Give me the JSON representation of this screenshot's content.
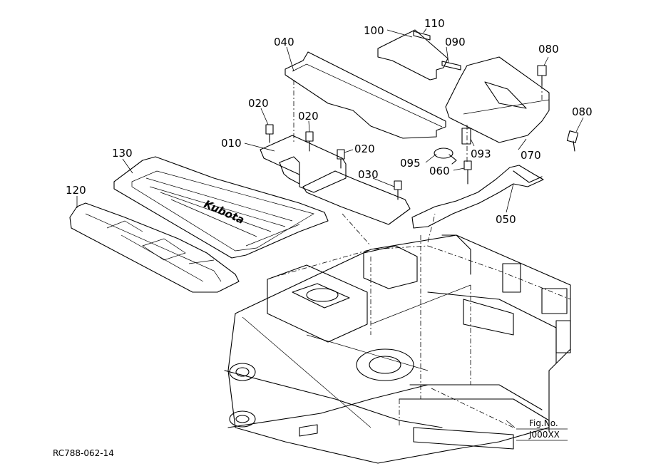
{
  "callouts": [
    {
      "id": "c100",
      "text": "100"
    },
    {
      "id": "c110",
      "text": "110"
    },
    {
      "id": "c040",
      "text": "040"
    },
    {
      "id": "c090",
      "text": "090"
    },
    {
      "id": "c080a",
      "text": "080"
    },
    {
      "id": "c080b",
      "text": "080"
    },
    {
      "id": "c020a",
      "text": "020"
    },
    {
      "id": "c020b",
      "text": "020"
    },
    {
      "id": "c020c",
      "text": "020"
    },
    {
      "id": "c010",
      "text": "010"
    },
    {
      "id": "c130",
      "text": "130"
    },
    {
      "id": "c120",
      "text": "120"
    },
    {
      "id": "c030",
      "text": "030"
    },
    {
      "id": "c095",
      "text": "095"
    },
    {
      "id": "c060",
      "text": "060"
    },
    {
      "id": "c093",
      "text": "093"
    },
    {
      "id": "c070",
      "text": "070"
    },
    {
      "id": "c050",
      "text": "050"
    }
  ],
  "fig_label": "Fig.No.",
  "fig_code": "J000XX",
  "drawing_id": "RC788-062-14",
  "mat_logo": "Kubota"
}
